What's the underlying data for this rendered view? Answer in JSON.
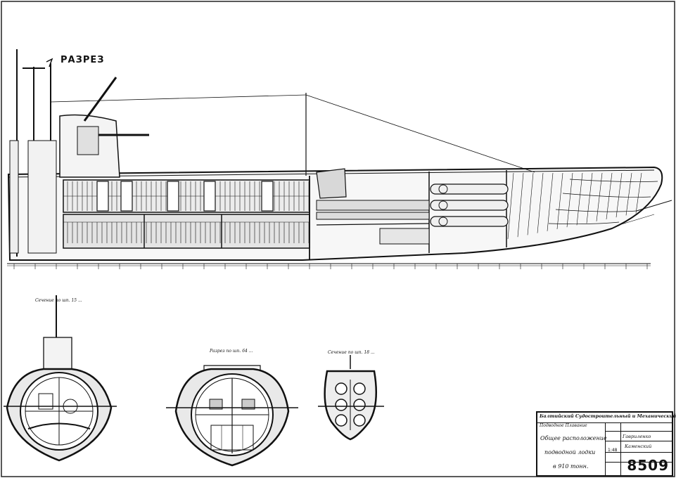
{
  "drawing": {
    "section_title": "РАЗРЕЗ",
    "sections": [
      {
        "label": "Сечение по шп. 15 ..."
      },
      {
        "label": "Разрез по шп. 64 ..."
      },
      {
        "label": "Сечение по шп. 18 ..."
      }
    ]
  },
  "title_block": {
    "company": "Балтийский Судостроительный и Механический Завод",
    "department": "Подводное Плавание",
    "drawing_title_line1": "Общее расположение",
    "drawing_title_line2": "подводной лодки",
    "drawing_title_line3": "в 910 тонн.",
    "scale": "1:48",
    "checked_by": "Гавриленко",
    "drawn_by": "Каменский",
    "sheet_number": "8509"
  },
  "colors": {
    "ink": "#111111",
    "paper": "#ffffff",
    "fill": "#e9e9e9"
  }
}
